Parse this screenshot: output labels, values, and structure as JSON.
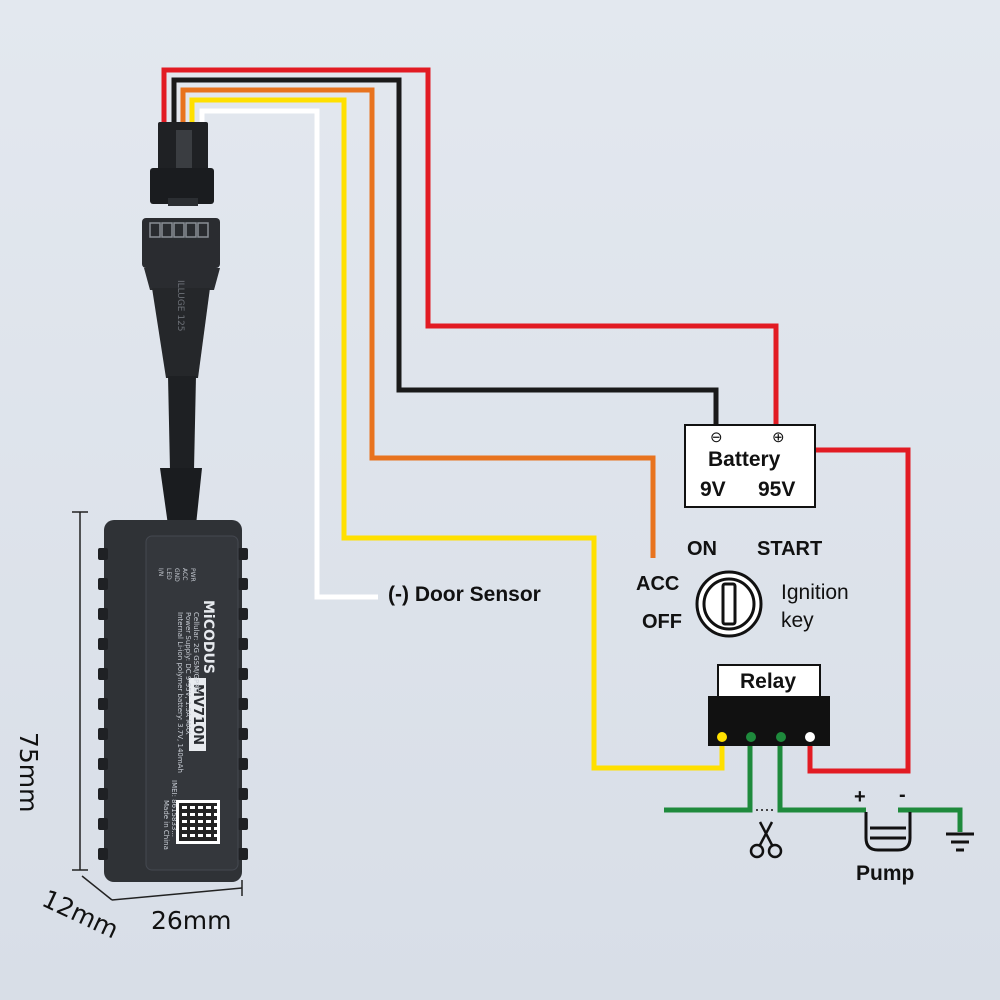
{
  "colors": {
    "wire_red": "#e21b23",
    "wire_black": "#1a1a1a",
    "wire_orange": "#e8731e",
    "wire_yellow": "#ffe000",
    "wire_white": "#ffffff",
    "wire_green": "#1e8a3c",
    "device_body": "#2f3236",
    "background": "#dde3eb"
  },
  "device": {
    "brand": "MiCODUS",
    "model": "MV710N",
    "lines": [
      "Cellular: 2G GSM/GPRS",
      "Power Supply: DC 9-95V, 1.5A MAX",
      "Internal Li-ion polymer battery: 3.7V, 140mAh"
    ],
    "imei": "IMEI: 8615833...",
    "made_in": "Made in China",
    "pins": [
      "PWR",
      "ACC",
      "GND",
      "LED",
      "I/N"
    ],
    "connector_text": "ILLUGE 125"
  },
  "dimensions": {
    "height": "75mm",
    "depth": "12mm",
    "width": "26mm"
  },
  "labels": {
    "door_sensor": "(-) Door Sensor",
    "ignition": "Ignition\nkey",
    "pump": "Pump"
  },
  "battery": {
    "neg": "⊖",
    "pos": "⊕",
    "title": "Battery",
    "v_low": "9V",
    "v_high": "95V"
  },
  "ignition_switch": {
    "on": "ON",
    "start": "START",
    "acc": "ACC",
    "off": "OFF"
  },
  "relay": {
    "title": "Relay"
  },
  "pump": {
    "plus": "+",
    "minus": "-"
  }
}
